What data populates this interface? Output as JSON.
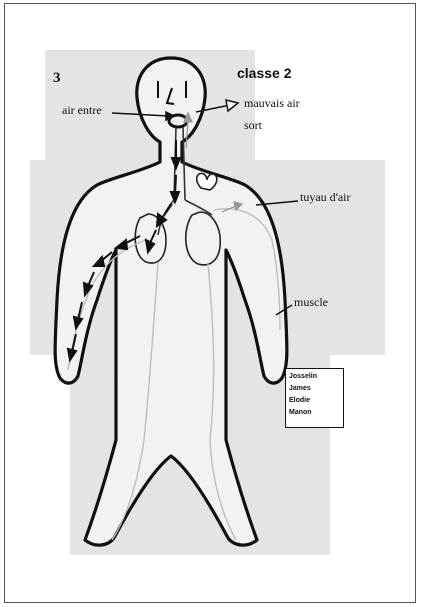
{
  "number": "3",
  "class_label": "classe 2",
  "labels": {
    "air_entre": "air entre",
    "mauvais_air": "mauvais air",
    "sort": "sort",
    "tuyau": "tuyau d'air",
    "muscle": "muscle"
  },
  "names": [
    "Josselin",
    "James",
    "Elodie",
    "Manon"
  ]
}
